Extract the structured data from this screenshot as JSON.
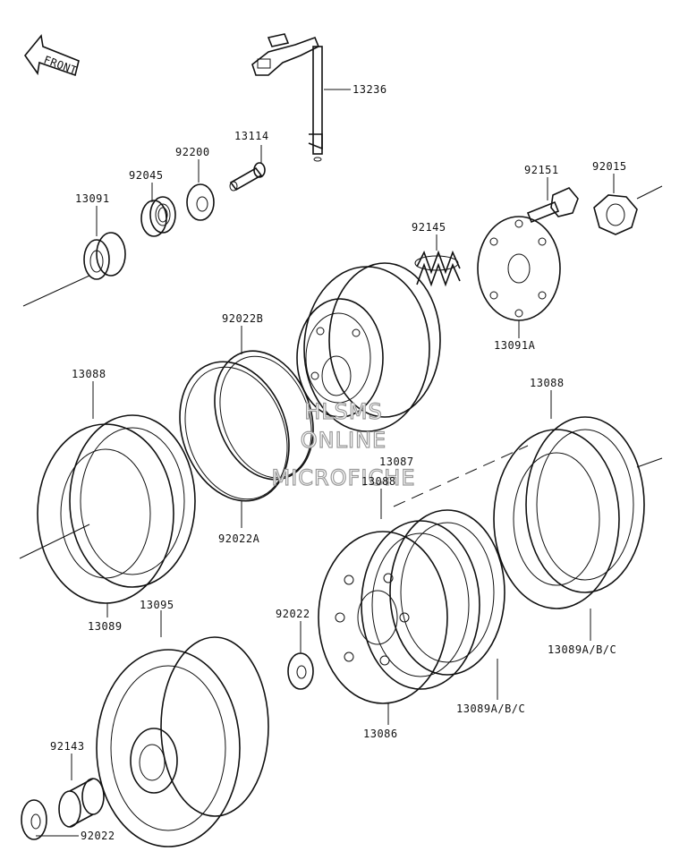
{
  "front_arrow": {
    "text": "FRONT"
  },
  "labels": {
    "p13236": "13236",
    "p13114": "13114",
    "p92200": "92200",
    "p92045": "92045",
    "p13091": "13091",
    "p92151": "92151",
    "p92015": "92015",
    "p92145": "92145",
    "p13091A": "13091A",
    "p92022B": "92022B",
    "p13088_left": "13088",
    "p13088_right": "13088",
    "p13087": "13087",
    "p13088_mid": "13088",
    "p92022A": "92022A",
    "p13089": "13089",
    "p13095": "13095",
    "p92022_mid": "92022",
    "p13089ABC_right": "13089A/B/C",
    "p13089ABC_mid": "13089A/B/C",
    "p13086": "13086",
    "p92143": "92143",
    "p92022_bottom": "92022"
  },
  "watermark": {
    "line1": "HLSMS",
    "line2": "ONLINE",
    "line3": "MICROFICHE"
  }
}
